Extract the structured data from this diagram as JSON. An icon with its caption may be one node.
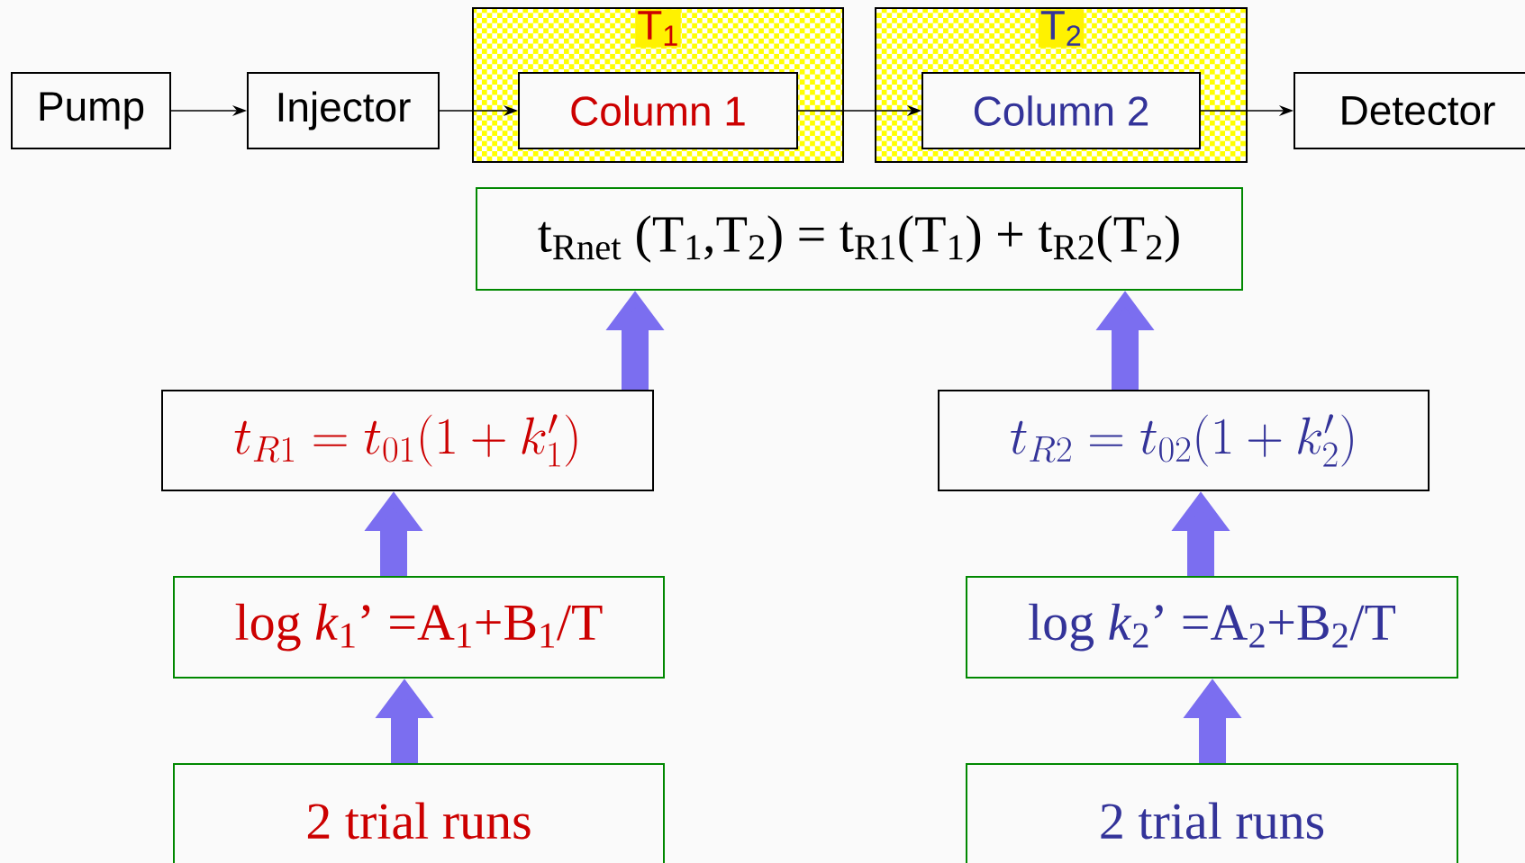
{
  "diagram": {
    "nodes": [
      {
        "text": [
          "Pump"
        ]
      },
      {
        "text": [
          "Injector"
        ]
      },
      {
        "text": [
          "T$_{1}$"
        ]
      },
      {
        "text": [
          "Column 1"
        ],
        "in": 2
      },
      {
        "text": [
          "T$_{2}$"
        ]
      },
      {
        "text": [
          "Column 2"
        ],
        "in": 4
      },
      {
        "text": [
          "Detector"
        ]
      },
      {
        "text": [
          "t$_{Rnet}$ (T$_{1}$,T$_{2}$) = t$_{R1}$(T$_{1}$) + t$_{R2}$(T$_{2}$)"
        ]
      },
      {
        "text": [
          "t_{R1} = t_{01}(1+k_1')"
        ]
      },
      {
        "text": [
          "t_{R2} = t_{02}(1+k_2')"
        ]
      },
      {
        "text": [
          "log *k*$_{1}$’ =A$_{1}$+B$_{1}$/T"
        ]
      },
      {
        "text": [
          "log *k*$_{2}$’ =A$_{2}$+B$_{2}$/T"
        ]
      },
      {
        "text": [
          "2 trial runs"
        ]
      },
      {
        "text": [
          "2 trial runs"
        ]
      }
    ],
    "edges": [
      {
        "from": 0,
        "to": 1,
        "arrow": "to",
        "color": "#000000"
      },
      {
        "from": 1,
        "to": 3,
        "arrow": "to",
        "color": "#000000"
      },
      {
        "from": 3,
        "to": 5,
        "arrow": "to",
        "color": "#000000"
      },
      {
        "from": 5,
        "to": 6,
        "arrow": "to",
        "color": "#000000"
      },
      {
        "from": 12,
        "to": 10,
        "arrow": "to"
      },
      {
        "from": 10,
        "to": 8,
        "arrow": "to"
      },
      {
        "from": 8,
        "to": 7,
        "arrow": "to"
      },
      {
        "from": 13,
        "to": 11,
        "arrow": "to"
      },
      {
        "from": 11,
        "to": 9,
        "arrow": "to"
      },
      {
        "from": 9,
        "to": 7,
        "arrow": "to"
      }
    ]
  }
}
